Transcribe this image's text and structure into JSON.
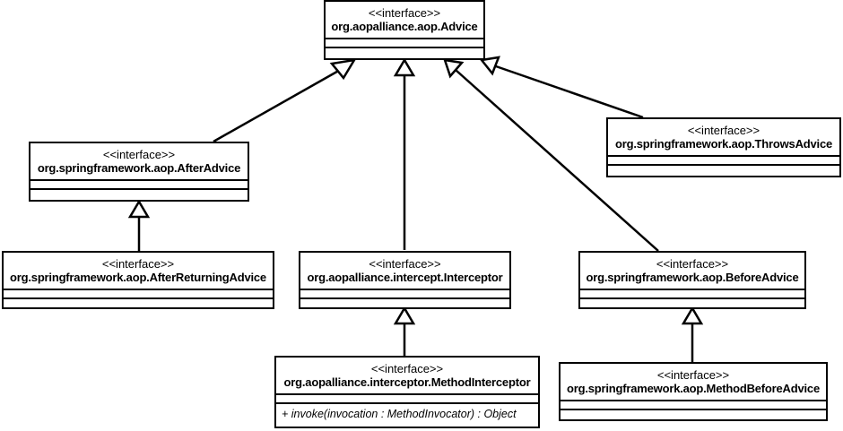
{
  "classes": {
    "advice": {
      "stereotype": "<<interface>>",
      "name": "org.aopalliance.aop.Advice"
    },
    "after_advice": {
      "stereotype": "<<interface>>",
      "name": "org.springframework.aop.AfterAdvice"
    },
    "throws_advice": {
      "stereotype": "<<interface>>",
      "name": "org.springframework.aop.ThrowsAdvice"
    },
    "after_returning_advice": {
      "stereotype": "<<interface>>",
      "name": "org.springframework.aop.AfterReturningAdvice"
    },
    "interceptor": {
      "stereotype": "<<interface>>",
      "name": "org.aopalliance.intercept.Interceptor"
    },
    "before_advice": {
      "stereotype": "<<interface>>",
      "name": "org.springframework.aop.BeforeAdvice"
    },
    "method_interceptor": {
      "stereotype": "<<interface>>",
      "name": "org.aopalliance.interceptor.MethodInterceptor",
      "operations": [
        "+ invoke(invocation : MethodInvocator) : Object"
      ]
    },
    "method_before_advice": {
      "stereotype": "<<interface>>",
      "name": "org.springframework.aop.MethodBeforeAdvice"
    }
  },
  "relationships": [
    {
      "from": "after_advice",
      "to": "advice",
      "type": "generalization"
    },
    {
      "from": "interceptor",
      "to": "advice",
      "type": "generalization"
    },
    {
      "from": "before_advice",
      "to": "advice",
      "type": "generalization"
    },
    {
      "from": "throws_advice",
      "to": "advice",
      "type": "generalization"
    },
    {
      "from": "after_returning_advice",
      "to": "after_advice",
      "type": "generalization"
    },
    {
      "from": "method_interceptor",
      "to": "interceptor",
      "type": "generalization"
    },
    {
      "from": "method_before_advice",
      "to": "before_advice",
      "type": "generalization"
    }
  ]
}
